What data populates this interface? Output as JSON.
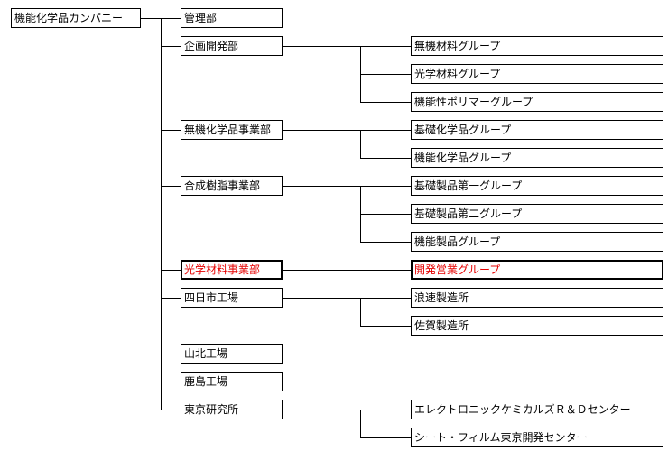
{
  "root": "機能化学品カンパニー",
  "departments": [
    {
      "name": "管理部",
      "groups": []
    },
    {
      "name": "企画開発部",
      "groups": [
        "無機材料グループ",
        "光学材料グループ",
        "機能性ポリマーグループ"
      ]
    },
    {
      "name": "無機化学品事業部",
      "groups": [
        "基礎化学品グループ",
        "機能化学品グループ"
      ]
    },
    {
      "name": "合成樹脂事業部",
      "groups": [
        "基礎製品第一グループ",
        "基礎製品第二グループ",
        "機能製品グループ"
      ]
    },
    {
      "name": "光学材料事業部",
      "highlight": true,
      "groups": [
        "開発営業グループ"
      ],
      "group_highlight": [
        true
      ]
    },
    {
      "name": "四日市工場",
      "groups": [
        "浪速製造所",
        "佐賀製造所"
      ]
    },
    {
      "name": "山北工場",
      "groups": []
    },
    {
      "name": "鹿島工場",
      "groups": []
    },
    {
      "name": "東京研究所",
      "groups": [
        "エレクトロニックケミカルズＲ＆Ｄセンター",
        "シート・フィルム東京開発センター"
      ]
    }
  ],
  "colors": {
    "line": "#000000",
    "highlight_text": "#e60000"
  }
}
